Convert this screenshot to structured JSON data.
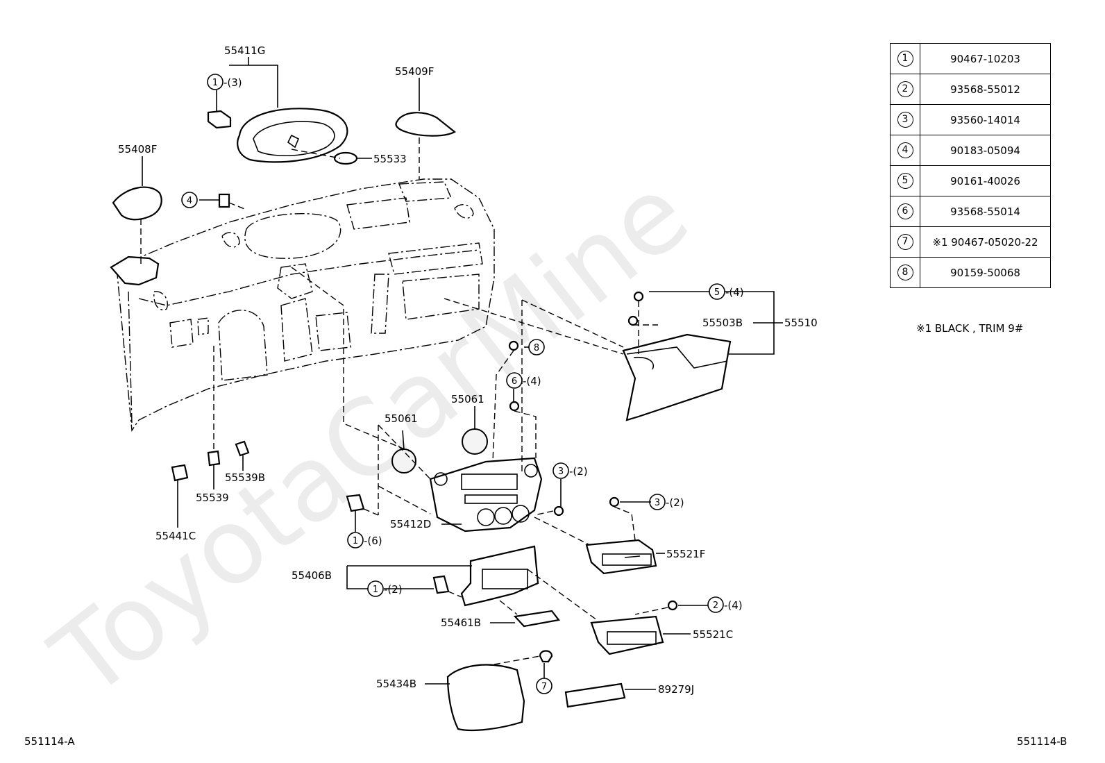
{
  "labels": {
    "p55411G": "55411G",
    "p55409F": "55409F",
    "p55408F": "55408F",
    "p55533": "55533",
    "p55510": "55510",
    "p55503B": "55503B",
    "p55061a": "55061",
    "p55061b": "55061",
    "p55539B": "55539B",
    "p55539": "55539",
    "p55441C": "55441C",
    "p55412D": "55412D",
    "p55521F": "55521F",
    "p55406B": "55406B",
    "p55461B": "55461B",
    "p55521C": "55521C",
    "p55434B": "55434B",
    "p89279J": "89279J"
  },
  "callouts": {
    "c1_3": {
      "num": "1",
      "qty": "-(3)"
    },
    "c4": {
      "num": "4",
      "qty": ""
    },
    "c5_4": {
      "num": "5",
      "qty": "-(4)"
    },
    "c8": {
      "num": "8",
      "qty": ""
    },
    "c6_4": {
      "num": "6",
      "qty": "-(4)"
    },
    "c3_2a": {
      "num": "3",
      "qty": "-(2)"
    },
    "c3_2b": {
      "num": "3",
      "qty": "-(2)"
    },
    "c1_6": {
      "num": "1",
      "qty": "-(6)"
    },
    "c1_2": {
      "num": "1",
      "qty": "-(2)"
    },
    "c2_4": {
      "num": "2",
      "qty": "-(4)"
    },
    "c7": {
      "num": "7",
      "qty": ""
    }
  },
  "legend": [
    {
      "num": "1",
      "part": "90467-10203"
    },
    {
      "num": "2",
      "part": "93568-55012"
    },
    {
      "num": "3",
      "part": "93560-14014"
    },
    {
      "num": "4",
      "part": "90183-05094"
    },
    {
      "num": "5",
      "part": "90161-40026"
    },
    {
      "num": "6",
      "part": "93568-55014"
    },
    {
      "num": "7",
      "part": "※1 90467-05020-22"
    },
    {
      "num": "8",
      "part": "90159-50068"
    }
  ],
  "footnote": "※1 BLACK , TRIM 9#",
  "ref_left": "551114-A",
  "ref_right": "551114-B",
  "watermark": "ToyotaCarMine"
}
